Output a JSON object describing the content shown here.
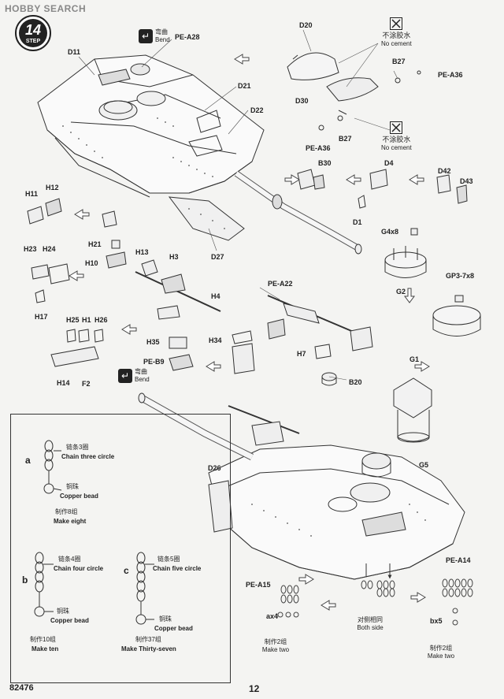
{
  "watermark": {
    "brand": "HOBBY",
    "brand_suffix": "SEARCH"
  },
  "step": {
    "number": "14",
    "label": "STEP"
  },
  "bend_top": {
    "cn": "弯曲",
    "en": "Bend"
  },
  "bend_mid": {
    "cn": "弯曲",
    "en": "Bend"
  },
  "no_cement_1": {
    "cn": "不涂胶水",
    "en": "No cement"
  },
  "no_cement_2": {
    "cn": "不涂胶水",
    "en": "No cement"
  },
  "parts": {
    "pe_a28": "PE-A28",
    "d11": "D11",
    "d20": "D20",
    "d21": "D21",
    "d22": "D22",
    "d27": "D27",
    "b27a": "B27",
    "pe_a36a": "PE-A36",
    "d30": "D30",
    "b27b": "B27",
    "pe_a36b": "PE-A36",
    "b30": "B30",
    "d4": "D4",
    "d42": "D42",
    "d43": "D43",
    "d1": "D1",
    "h11": "H11",
    "h12": "H12",
    "h21": "H21",
    "h10": "H10",
    "h13": "H13",
    "h3": "H3",
    "h4": "H4",
    "g4x8": "G4x8",
    "g2": "G2",
    "gp3": "GP3-7x8",
    "h23": "H23",
    "h24": "H24",
    "h17": "H17",
    "pe_a22": "PE-A22",
    "h25": "H25",
    "h1": "H1",
    "h26": "H26",
    "h35": "H35",
    "h34": "H34",
    "pe_b9": "PE-B9",
    "h7": "H7",
    "b20": "B20",
    "h14": "H14",
    "f2": "F2",
    "g1": "G1",
    "g5": "G5",
    "d26": "D26",
    "pe_a15": "PE-A15",
    "pe_a14": "PE-A14",
    "ax4": "ax4",
    "bx5": "bx5"
  },
  "both_side": {
    "cn": "对侧相同",
    "en": "Both side"
  },
  "make_two_1": {
    "cn": "制作2组",
    "en": "Make two"
  },
  "make_two_2": {
    "cn": "制作2组",
    "en": "Make two"
  },
  "chains": {
    "a": {
      "letter": "a",
      "chain_cn": "链条3圈",
      "chain_en": "Chain three circle",
      "bead_cn": "铜珠",
      "bead_en": "Copper bead",
      "make_cn": "制作8组",
      "make_en": "Make eight"
    },
    "b": {
      "letter": "b",
      "chain_cn": "链条4圈",
      "chain_en": "Chain four circle",
      "bead_cn": "铜珠",
      "bead_en": "Copper bead",
      "make_cn": "制作10组",
      "make_en": "Make ten"
    },
    "c": {
      "letter": "c",
      "chain_cn": "链条5圈",
      "chain_en": "Chain five circle",
      "bead_cn": "铜珠",
      "bead_en": "Copper bead",
      "make_cn": "制作37组",
      "make_en": "Make Thirty-seven"
    }
  },
  "footer": {
    "code": "82476",
    "page": "12"
  }
}
